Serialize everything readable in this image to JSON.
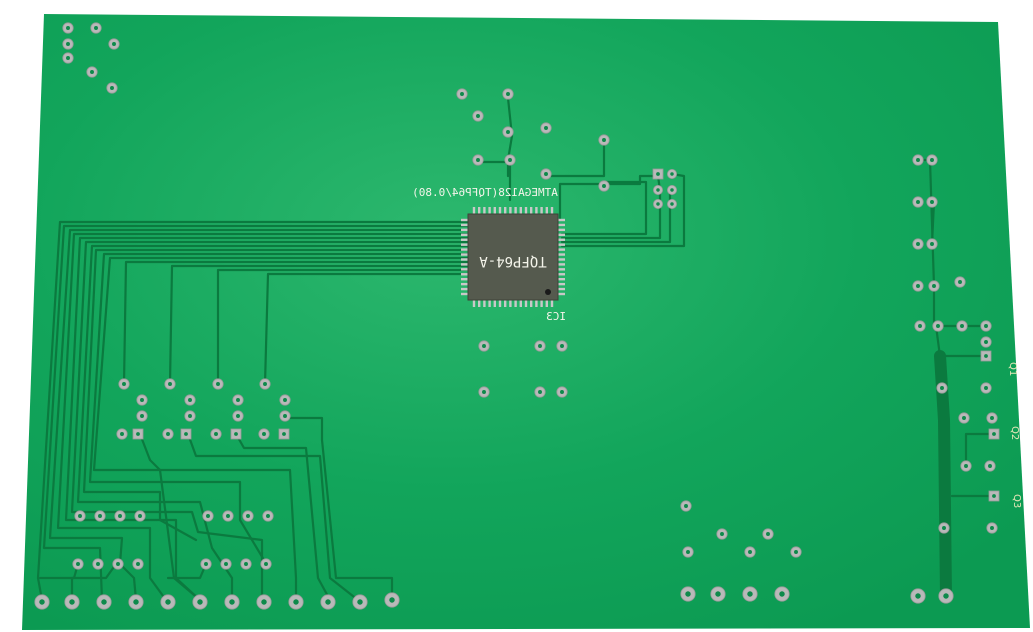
{
  "board": {
    "board_color": "#10a35a",
    "trace_color": "#0b7a3f",
    "pad_color": "#b9b9b9",
    "chip_color": "#555a4e",
    "chip_pin_color": "#c8c8c8",
    "silkscreen_color": "#f4f4ea"
  },
  "ic": {
    "designator": "IC3",
    "part_label": "ATMEGA128(TQFP64/0.80)",
    "package_text": "TQFP64-A"
  },
  "edge_labels": [
    "Q1",
    "Q2",
    "Q3"
  ]
}
